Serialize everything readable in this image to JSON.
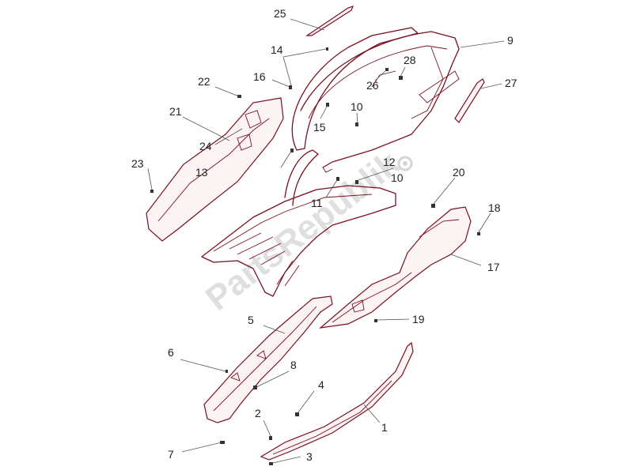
{
  "labels": {
    "p1": "1",
    "p2": "2",
    "p3": "3",
    "p4": "4",
    "p5": "5",
    "p6": "6",
    "p7": "7",
    "p8": "8",
    "p9": "9",
    "p10a": "10",
    "p10b": "10",
    "p11": "11",
    "p12": "12",
    "p13": "13",
    "p14": "14",
    "p15": "15",
    "p16": "16",
    "p17": "17",
    "p18": "18",
    "p19": "19",
    "p20": "20",
    "p21": "21",
    "p22": "22",
    "p23": "23",
    "p24": "24",
    "p25": "25",
    "p26": "26",
    "p27": "27",
    "p28": "28"
  },
  "watermark": "PartsRepublik"
}
